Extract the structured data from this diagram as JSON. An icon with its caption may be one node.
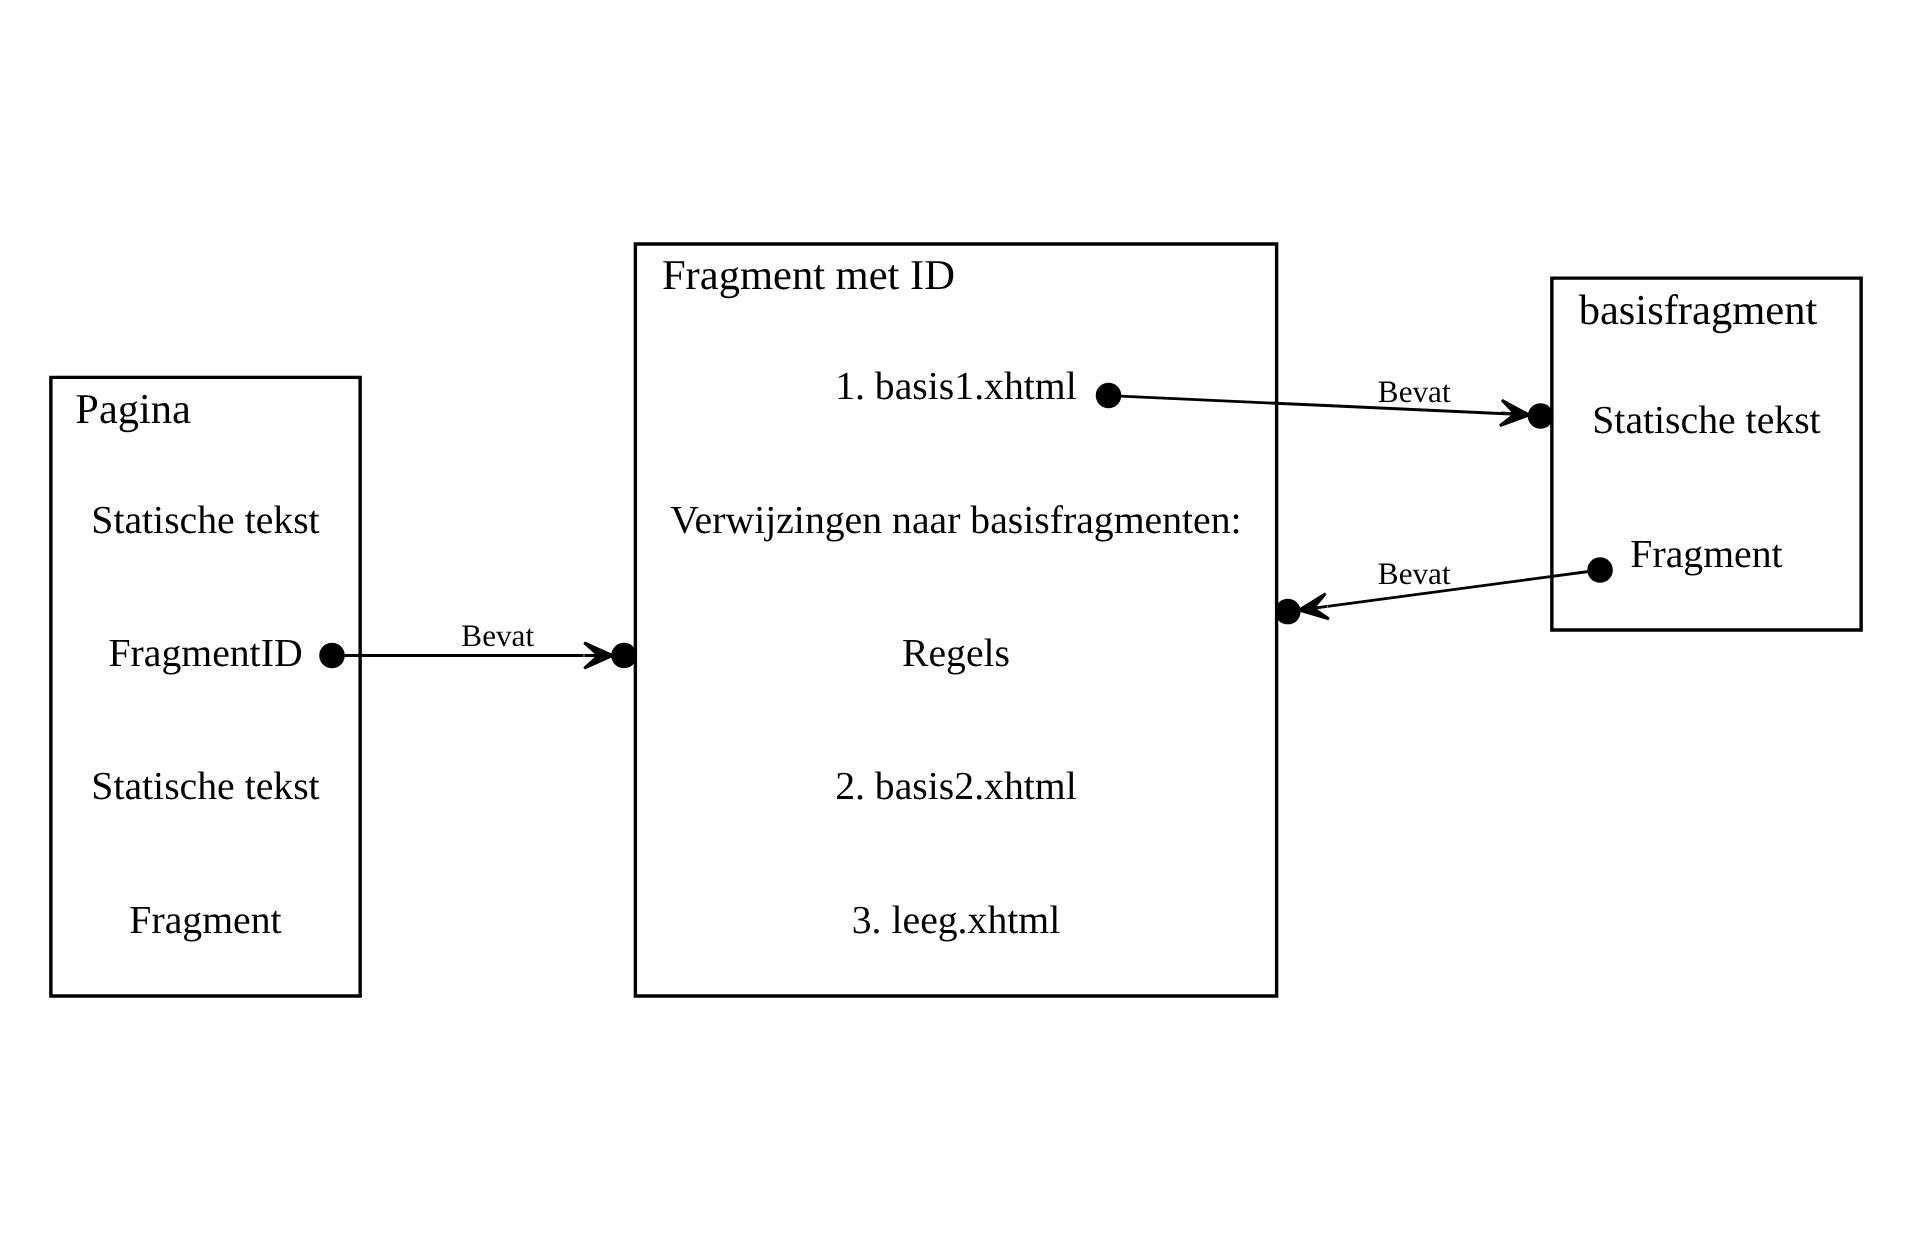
{
  "diagram": {
    "nodes": [
      {
        "text": [
          "Pagina"
        ]
      },
      {
        "text": [
          "Statische tekst"
        ],
        "in": 0
      },
      {
        "text": [
          "FragmentID"
        ],
        "in": 0
      },
      {
        "text": [
          "Statische tekst"
        ],
        "in": 0
      },
      {
        "text": [
          "Fragment"
        ],
        "in": 0
      },
      {
        "text": [
          "Fragment met ID"
        ]
      },
      {
        "text": [
          "Regels"
        ],
        "in": 5
      },
      {
        "text": [
          "Verwijzingen naar basisfragmenten:"
        ],
        "in": 5
      },
      {
        "text": [
          "1. basis1.xhtml"
        ],
        "in": 5
      },
      {
        "text": [
          "2. basis2.xhtml"
        ],
        "in": 5
      },
      {
        "text": [
          "3. leeg.xhtml"
        ],
        "in": 5
      },
      {
        "text": [
          "basisfragment"
        ]
      },
      {
        "text": [
          "Statische tekst"
        ],
        "in": 11
      },
      {
        "text": [
          "Fragment"
        ],
        "in": 11
      }
    ],
    "edges": [
      {
        "from": 2,
        "to": 5,
        "arrow": "to",
        "label": "Bevat"
      },
      {
        "from": 8,
        "to": 11,
        "arrow": "to",
        "label": "Bevat"
      },
      {
        "from": 13,
        "to": 5,
        "arrow": "to",
        "label": "Bevat"
      }
    ]
  }
}
